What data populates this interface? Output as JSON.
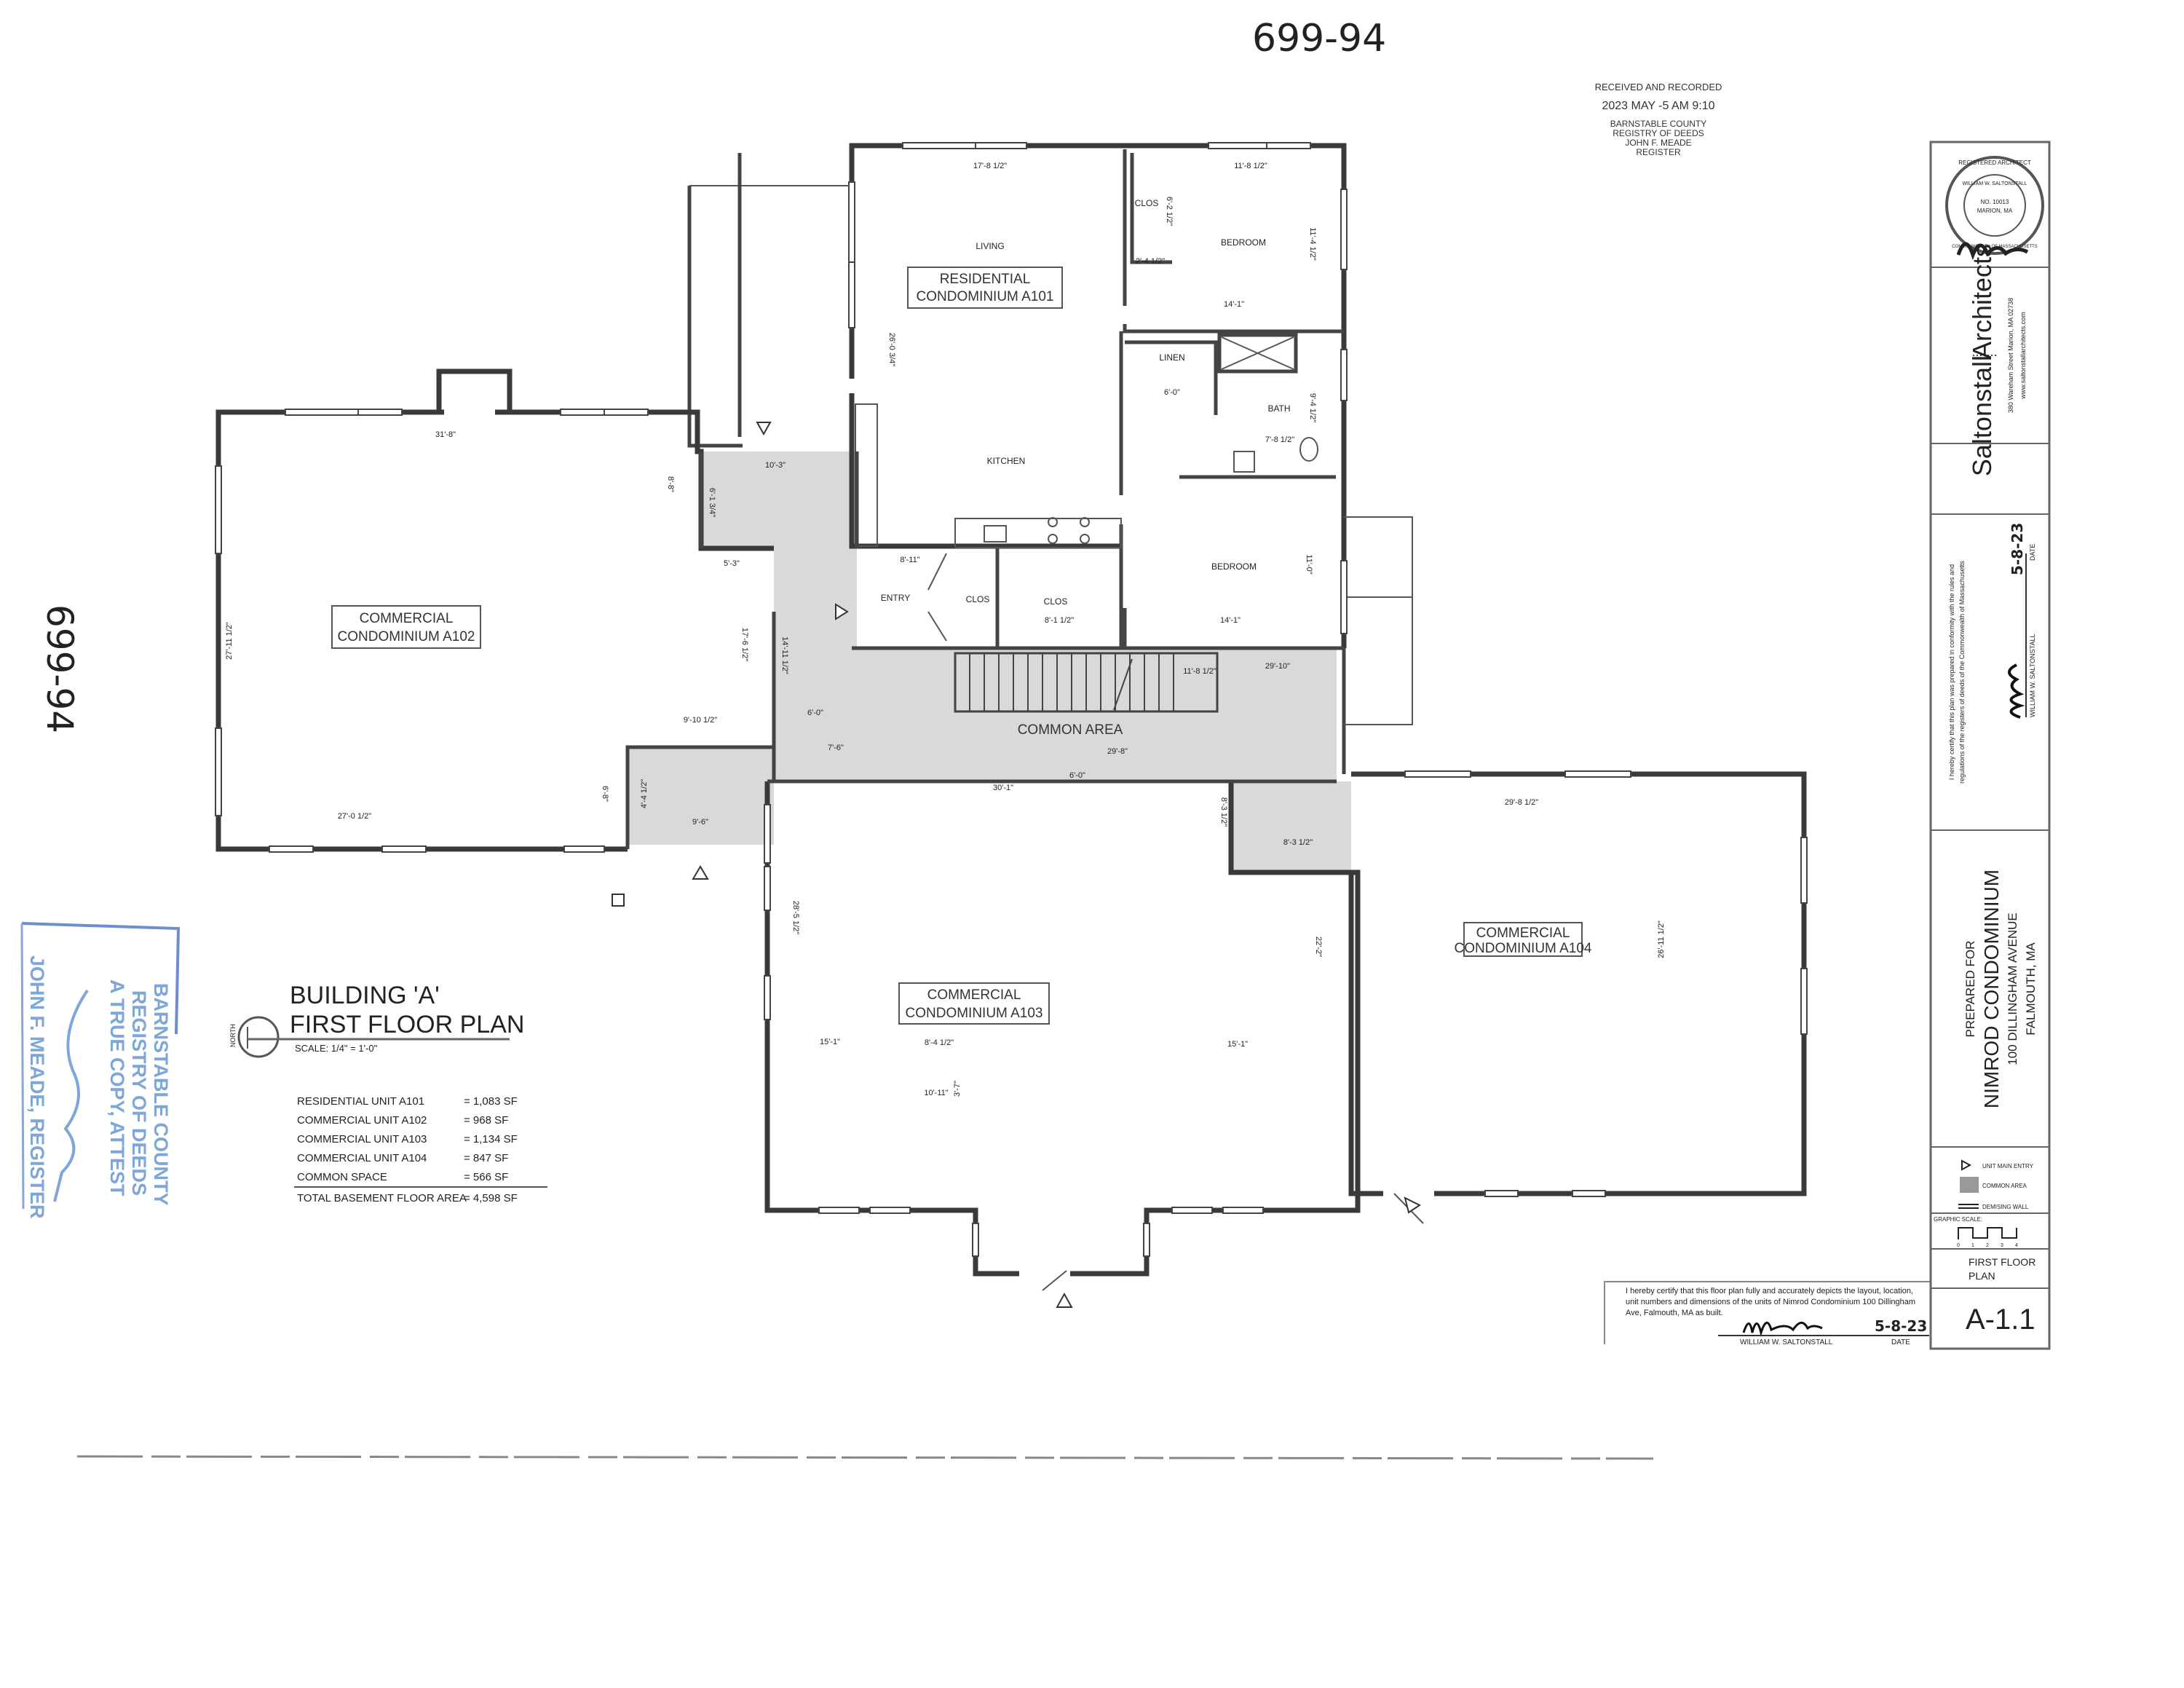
{
  "handwritten": {
    "file_number_top": "699-94",
    "file_number_side": "699-94"
  },
  "recording_stamp": {
    "line1": "RECEIVED AND RECORDED",
    "line2": "2023 MAY -5 AM 9:10",
    "line3": "BARNSTABLE COUNTY",
    "line4": "REGISTRY OF DEEDS",
    "line5": "JOHN F. MEADE",
    "line6": "REGISTER"
  },
  "copy_stamp": {
    "line1": "BARNSTABLE COUNTY",
    "line2": "REGISTRY OF DEEDS",
    "line3": "A TRUE COPY, ATTEST",
    "line4": "JOHN F. MEADE, REGISTER",
    "color": "#7ea6d9"
  },
  "plan": {
    "units": [
      {
        "line1": "RESIDENTIAL",
        "line2": "CONDOMINIUM A101"
      },
      {
        "line1": "COMMERCIAL",
        "line2": "CONDOMINIUM A102"
      },
      {
        "line1": "COMMERCIAL",
        "line2": "CONDOMINIUM A103"
      },
      {
        "line1": "COMMERCIAL",
        "line2": "CONDOMINIUM A104"
      }
    ],
    "rooms": [
      "LIVING",
      "KITCHEN",
      "BEDROOM",
      "CLOS",
      "LINEN",
      "BATH",
      "BEDROOM",
      "ENTRY",
      "CLOS",
      "CLOS",
      "COMMON AREA"
    ],
    "dims": [
      "17'-8 1/2\"",
      "11'-8 1/2\"",
      "6'-2 1/2\"",
      "2'-4 1/2\"",
      "14'-1\"",
      "11'-4 1/2\"",
      "26'-0 3/4\"",
      "6'-0\"",
      "9'-4 1/2\"",
      "7'-8 1/2\"",
      "11'-0\"",
      "14'-1\"",
      "8'-11\"",
      "8'-1 1/2\"",
      "10'-3\"",
      "6'-1 3/4\"",
      "5'-3\"",
      "17'-6 1/2\"",
      "14'-11 1/2\"",
      "11'-8 1/2\"",
      "29'-10\"",
      "6'-0\"",
      "29'-8\"",
      "7'-6\"",
      "30'-1\"",
      "31'-8\"",
      "8'-8\"",
      "27'-11 1/2\"",
      "9'-10 1/2\"",
      "6'-8\"",
      "27'-0 1/2\"",
      "9'-6\"",
      "4'-4 1/2\"",
      "6'-0\"",
      "8'-3 1/2\"",
      "8'-3 1/2\"",
      "28'-5 1/2\"",
      "22'-2\"",
      "15'-1\"",
      "8'-4 1/2\"",
      "15'-1\"",
      "10'-11\"",
      "3'-7\"",
      "29'-8 1/2\"",
      "26'-11 1/2\""
    ]
  },
  "drawing_title": {
    "line1": "BUILDING 'A'",
    "line2": "FIRST FLOOR PLAN",
    "scale": "SCALE: 1/4\" = 1'-0\"",
    "north": "NORTH"
  },
  "area_table": {
    "rows": [
      {
        "label": "RESIDENTIAL UNIT A101",
        "value": "= 1,083 SF"
      },
      {
        "label": "COMMERCIAL UNIT A102",
        "value": "= 968 SF"
      },
      {
        "label": "COMMERCIAL UNIT A103",
        "value": "= 1,134 SF"
      },
      {
        "label": "COMMERCIAL UNIT A104",
        "value": "= 847 SF"
      },
      {
        "label": "COMMON SPACE",
        "value": "= 566 SF"
      }
    ],
    "total": {
      "label": "TOTAL BASEMENT FLOOR AREA",
      "value": "= 4,598 SF"
    }
  },
  "certification_bottom": {
    "line1": "I hereby certify that this floor plan fully and accurately depicts the layout, location,",
    "line2": "unit numbers and dimensions of the units of Nimrod Condominium 100 Dillingham",
    "line3": "Ave, Falmouth, MA as built.",
    "signer": "WILLIAM W. SALTONSTALL",
    "date_label": "DATE",
    "date": "5-8-23"
  },
  "title_block": {
    "seal": {
      "line1": "REGISTERED ARCHITECT",
      "line2": "WILLIAM W. SALTONSTALL",
      "line3": "NO. 10013",
      "line4": "MARION, MA",
      "line5": "COMMONWEALTH OF MASSACHUSETTS"
    },
    "firm": {
      "name1": "Saltonstall",
      "name2": "Architects",
      "address": "380 Wareham Street  Marion, MA 02738",
      "website": "www.saltonstallarchitects.com"
    },
    "certification": {
      "line1": "I hereby certify that this plan was prepared in conformity with the rules and",
      "line2": "regulations of the registers of deeds of the Commonwealth of Massachusetts",
      "signer": "WILLIAM W. SALTONSTALL",
      "date_label": "DATE",
      "date": "5-8-23"
    },
    "project": {
      "prepared_for": "PREPARED FOR",
      "name": "NIMROD CONDOMINIUM",
      "address": "100 DILLINGHAM AVENUE",
      "city": "FALMOUTH, MA"
    },
    "legend": [
      {
        "icon": "triangle-entry-icon",
        "label": "UNIT MAIN ENTRY"
      },
      {
        "icon": "hatch-swatch-icon",
        "label": "COMMON AREA"
      },
      {
        "icon": "double-line-icon",
        "label": "DEMISING WALL"
      }
    ],
    "graphic_scale": {
      "label": "GRAPHIC SCALE:",
      "ticks": [
        "0",
        "1",
        "2",
        "3",
        "4"
      ]
    },
    "sheet_title1": "FIRST FLOOR",
    "sheet_title2": "PLAN",
    "sheet_number": "A-1.1"
  }
}
